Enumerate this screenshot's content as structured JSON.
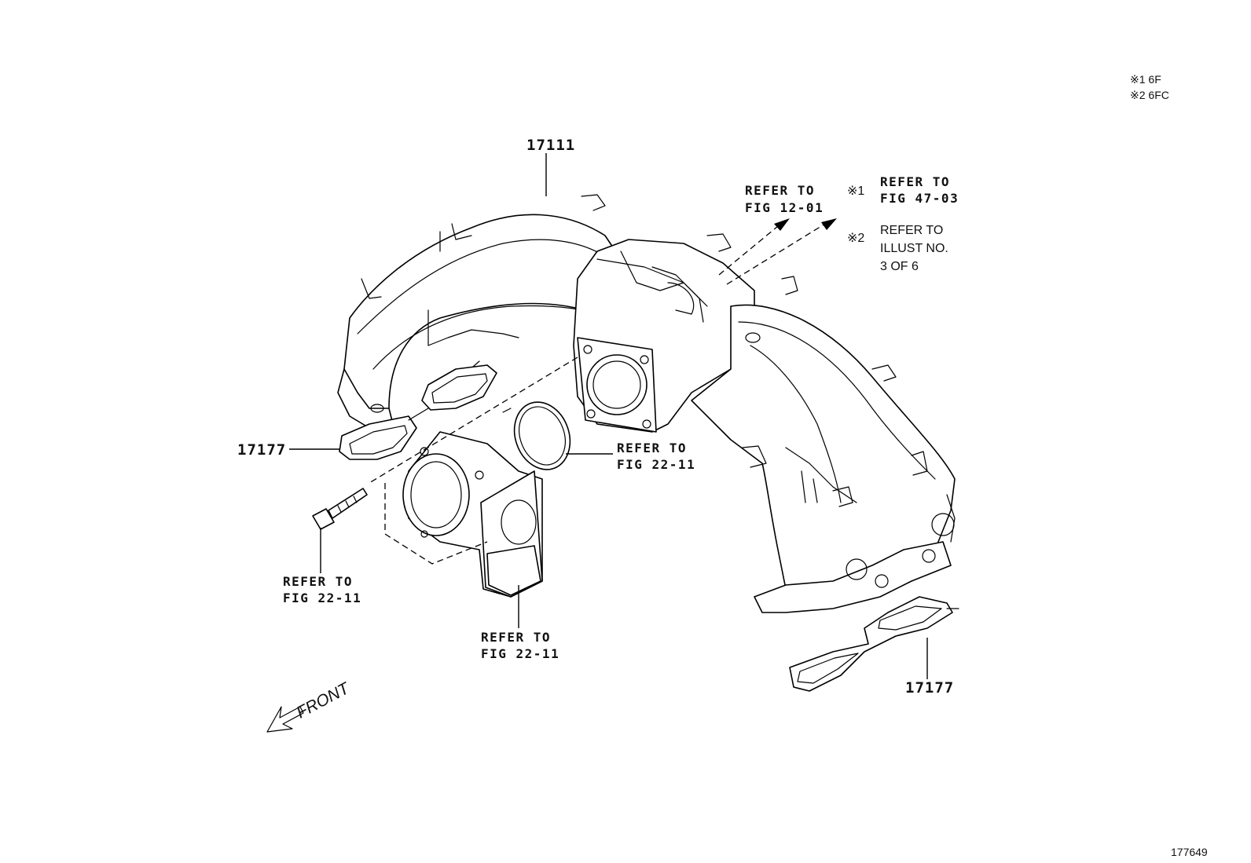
{
  "legend": {
    "line1": "※1 6F",
    "line2": "※2 6FC"
  },
  "parts": {
    "manifold": "17111",
    "gasket_left": "17177",
    "gasket_right": "17177"
  },
  "refs": {
    "fig_12_01_l1": "REFER TO",
    "fig_12_01_l2": "FIG 12-01",
    "mark1": "※1",
    "fig_47_03_l1": "REFER TO",
    "fig_47_03_l2": "FIG 47-03",
    "mark2": "※2",
    "illust_l1": "REFER TO",
    "illust_l2": "ILLUST NO.",
    "illust_l3": "3 OF 6",
    "ring_l1": "REFER TO",
    "ring_l2": "FIG 22-11",
    "bolt_l1": "REFER TO",
    "bolt_l2": "FIG 22-11",
    "throttle_l1": "REFER TO",
    "throttle_l2": "FIG 22-11"
  },
  "front_label": "FRONT",
  "illustration_number": "177649"
}
